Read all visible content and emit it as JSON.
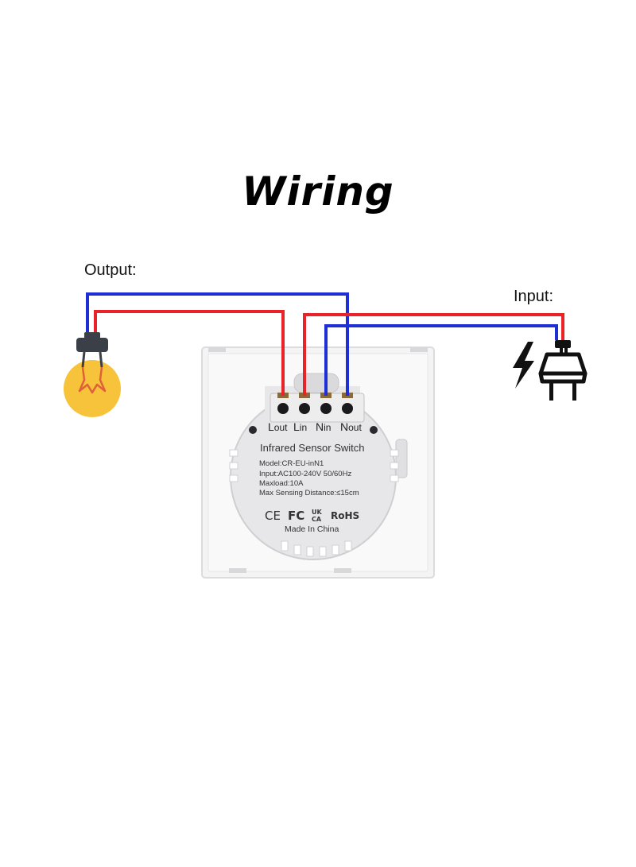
{
  "title": "Wiring",
  "labels": {
    "output": "Output:",
    "input": "Input:"
  },
  "terminals": [
    {
      "main": "L",
      "sub": "out"
    },
    {
      "main": "L",
      "sub": "in"
    },
    {
      "main": "N",
      "sub": "in"
    },
    {
      "main": "N",
      "sub": "out"
    }
  ],
  "plate": {
    "name": "Infrared Sensor Switch",
    "model": "Model:CR-EU-inN1",
    "input": "Input:AC100-240V 50/60Hz",
    "maxload": "Maxload:10A",
    "distance": "Max Sensing Distance:≤15cm",
    "marks": [
      "CE",
      "FC",
      "UK CA",
      "RoHS"
    ],
    "origin": "Made In China"
  },
  "colors": {
    "live_wire": "#e8232a",
    "neutral_wire": "#1f2fd6",
    "bulb": "#f6c33a",
    "bulb_cap": "#3a3f48",
    "filament": "#e0603a"
  },
  "icons": {
    "bulb": "light-bulb-icon",
    "plug": "power-plug-icon",
    "bolt": "lightning-bolt-icon"
  }
}
